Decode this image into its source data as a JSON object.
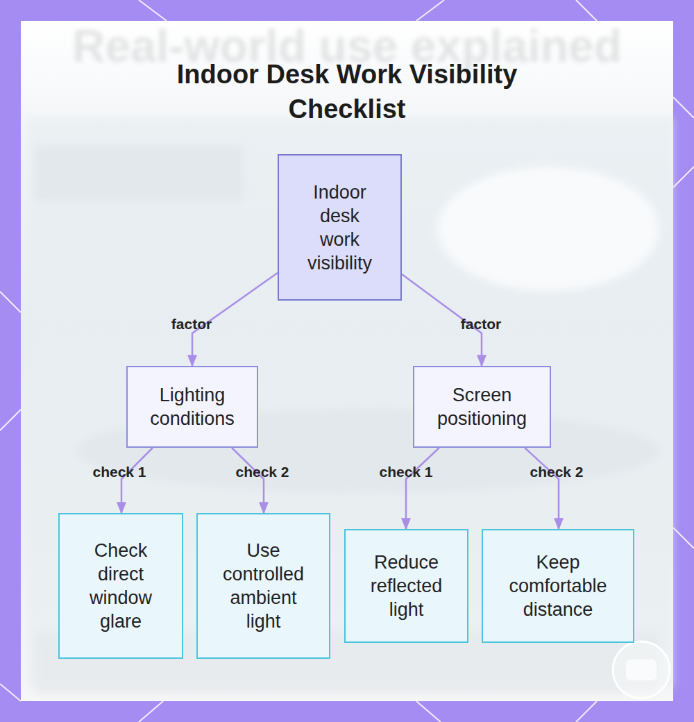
{
  "diagram": {
    "title": "Indoor Desk Work Visibility Checklist",
    "nodes": [
      {
        "text": [
          "Indoor desk work visibility"
        ]
      },
      {
        "text": [
          "Lighting conditions"
        ]
      },
      {
        "text": [
          "Screen positioning"
        ]
      },
      {
        "text": [
          "Check direct window glare"
        ]
      },
      {
        "text": [
          "Use controlled ambient light"
        ]
      },
      {
        "text": [
          "Reduce reflected light"
        ]
      },
      {
        "text": [
          "Keep comfortable distance"
        ]
      }
    ],
    "edges": [
      {
        "from": 0,
        "to": 1,
        "arrow": "to",
        "label": "factor"
      },
      {
        "from": 0,
        "to": 2,
        "arrow": "to",
        "label": "factor"
      },
      {
        "from": 1,
        "to": 3,
        "arrow": "to",
        "label": "check 1"
      },
      {
        "from": 1,
        "to": 4,
        "arrow": "to",
        "label": "check 2"
      },
      {
        "from": 2,
        "to": 5,
        "arrow": "to",
        "label": "check 1"
      },
      {
        "from": 2,
        "to": 6,
        "arrow": "to",
        "label": "check 2"
      }
    ],
    "labels": [
      "Real-world use explained"
    ]
  }
}
